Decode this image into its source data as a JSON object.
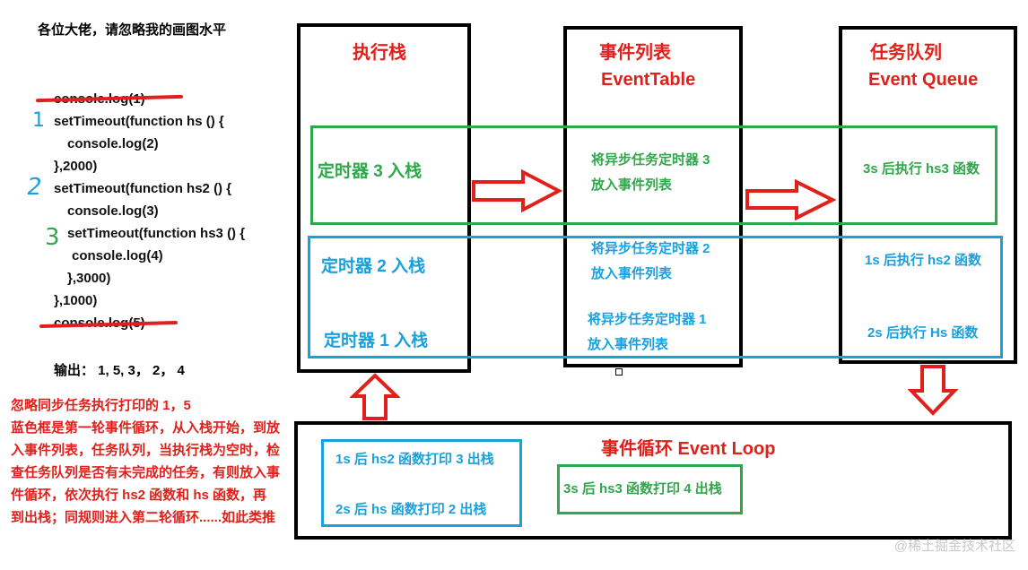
{
  "title": "各位大佬，请忽略我的画图水平",
  "code": {
    "line1": "console.log(1)",
    "line2": "setTimeout(function hs () {",
    "line3": "console.log(2)",
    "line4": "},2000)",
    "line5": "setTimeout(function hs2 () {",
    "line6": "console.log(3)",
    "line7": "setTimeout(function hs3 () {",
    "line8": "console.log(4)",
    "line9": "},3000)",
    "line10": "},1000)",
    "line11": "console.log(5)",
    "marker1": "1",
    "marker2": "2",
    "marker3": "3"
  },
  "output": "输出： 1, 5, 3， 2， 4",
  "red_note": {
    "line1": "忽略同步任务执行打印的  1，5",
    "body": "蓝色框是第一轮事件循环，从入栈开始，到放入事件列表，任务队列，当执行栈为空时，检查任务队列是否有未完成的任务，有则放入事件循环，依次执行 hs2 函数和 hs 函数，再到出栈；同规则进入第二轮循环......如此类推"
  },
  "columns": {
    "stack_title": "执行栈",
    "table_title": "事件列表",
    "table_subtitle": "EventTable",
    "queue_title": "任务队列",
    "queue_subtitle": "Event Queue"
  },
  "stack": {
    "timer3": "定时器 3 入栈",
    "timer2": "定时器 2 入栈",
    "timer1": "定时器 1 入栈"
  },
  "table": {
    "timer3_l1": "将异步任务定时器 3",
    "timer3_l2": "放入事件列表",
    "timer2_l1": "将异步任务定时器 2",
    "timer2_l2": "放入事件列表",
    "timer1_l1": "将异步任务定时器 1",
    "timer1_l2": "放入事件列表"
  },
  "queue": {
    "q3": "3s 后执行 hs3 函数",
    "q2": "1s 后执行 hs2 函数",
    "q1": "2s 后执行 Hs 函数"
  },
  "loop": {
    "title": "事件循环 Event Loop",
    "blue1": "1s 后 hs2 函数打印 3 出栈",
    "blue2": "2s 后 hs 函数打印 2 出栈",
    "green1": "3s 后 hs3 函数打印 4 出栈"
  },
  "watermark": "@稀土掘金技术社区",
  "colors": {
    "red": "#e0201b",
    "green": "#2ea84a",
    "blue": "#1aa0dc",
    "black": "#000000"
  }
}
